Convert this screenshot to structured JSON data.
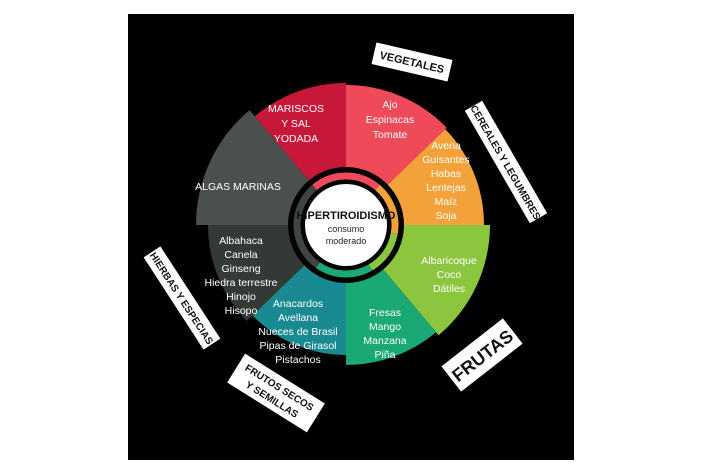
{
  "center": {
    "title": "HIPERTIROIDISMO",
    "subtitle_line1": "consumo",
    "subtitle_line2": "moderado"
  },
  "segments": {
    "vegetales": {
      "color": "#ef4a5a",
      "lines": [
        "Ajo",
        "Espinacas",
        "Tomate"
      ]
    },
    "cereales": {
      "color": "#f3a23a",
      "lines": [
        "Avena",
        "Guisantes",
        "Habas",
        "Lentejas",
        "Maíz",
        "Soja"
      ]
    },
    "frutas": {
      "color": "#8cc63f",
      "lines": [
        "Albaricoque",
        "Coco",
        "Dátiles"
      ]
    },
    "frutas2": {
      "color": "#1aa874",
      "lines": [
        "Fresas",
        "Mango",
        "Manzana",
        "Piña"
      ]
    },
    "frutos": {
      "color": "#1a8a92",
      "lines": [
        "Anacardos",
        "Avellana",
        "Nueces de Brasil",
        "Pipas de Girasol",
        "Pistachos"
      ]
    },
    "hierbas": {
      "color": "#333a36",
      "lines": [
        "Albahaca",
        "Canela",
        "Ginseng",
        "Hiedra terrestre",
        "Hinojo",
        "Hisopo"
      ]
    },
    "algas": {
      "color": "#4a504d",
      "lines": [
        "ALGAS MARINAS"
      ]
    },
    "mariscos": {
      "color": "#c8183a",
      "lines": [
        "MARISCOS",
        "Y SAL",
        "YODADA"
      ]
    }
  },
  "tags": {
    "vegetales": "VEGETALES",
    "cereales": "CEREALES Y LEGUMBRES",
    "frutas": "FRUTAS",
    "frutos_line1": "FRUTOS SECOS",
    "frutos_line2": "Y SEMILLAS",
    "hierbas": "HIERBAS Y ESPECIAS"
  }
}
